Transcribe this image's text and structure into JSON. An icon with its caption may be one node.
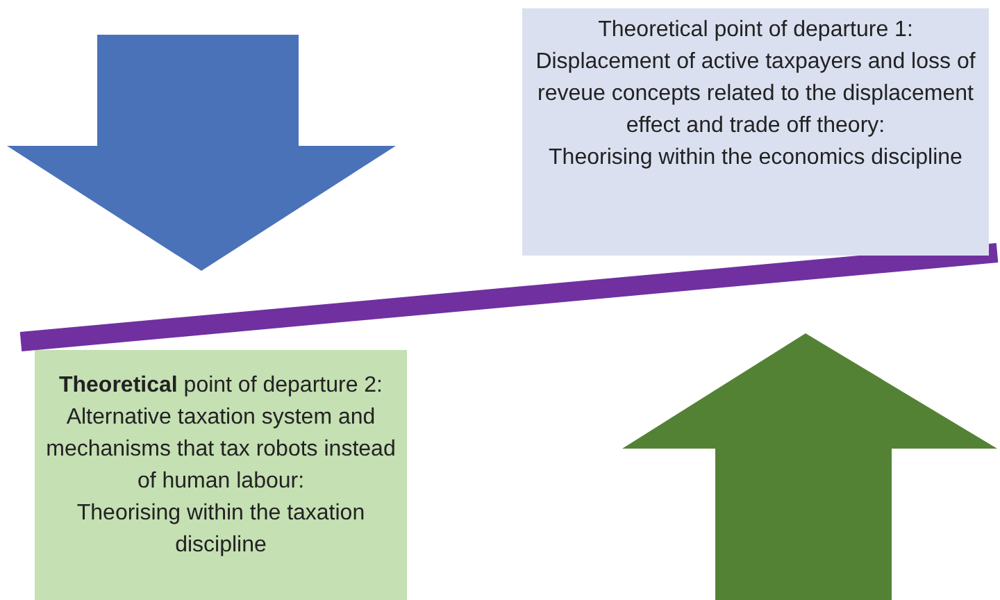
{
  "diagram": {
    "nodes": [
      {
        "text": [
          "Theoretical point of departure 1:",
          "Displacement of active taxpayers and loss of reveue concepts related to the displacement effect and trade off theory:",
          "Theorising within the economics discipline"
        ]
      },
      {
        "text": [
          "**Theoretical** point of departure 2:",
          "Alternative taxation system and mechanisms that tax robots instead of human labour:",
          "Theorising within the taxation discipline"
        ]
      }
    ]
  }
}
